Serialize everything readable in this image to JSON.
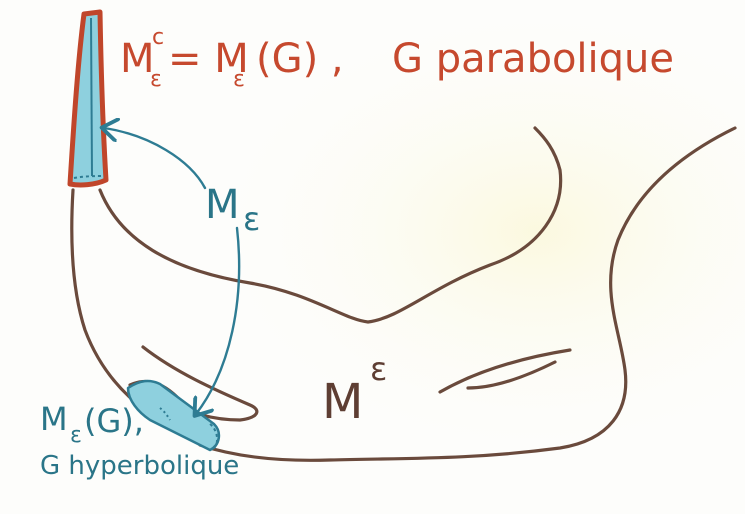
{
  "labels": {
    "title": {
      "m": "M",
      "sup": "c",
      "sub": "ε",
      "rhs": "= M",
      "rhs_sub": "ε",
      "rhs_tail": "(G) ,",
      "g_text": "G parabolique"
    },
    "m_eps": {
      "m": "M",
      "sub": "ε"
    },
    "m_thick": {
      "m": "M",
      "sup": "ε"
    },
    "m_hyp": {
      "m": "M",
      "sub": "ε",
      "tail": "(G),",
      "line2": "G hyperbolique"
    }
  },
  "colors": {
    "surface": "#6a4a3c",
    "thin": "#2e7c93",
    "thin_fill": "#8ed0de",
    "cusp_outline": "#c0462b",
    "title_text": "#c6492e",
    "teal_text": "#2a7588",
    "brown_text": "#5e3e33"
  }
}
